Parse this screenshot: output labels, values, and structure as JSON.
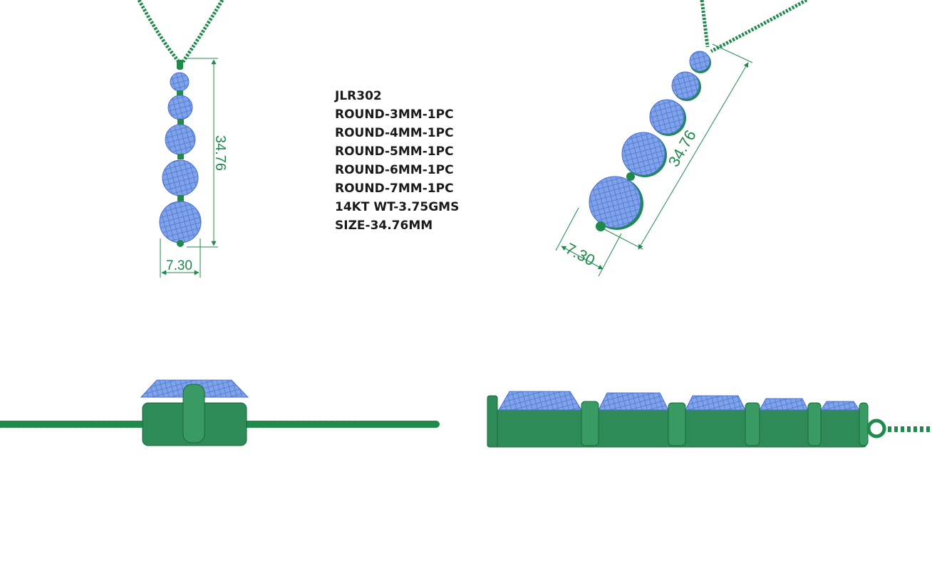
{
  "spec_lines": [
    "JLR302",
    "ROUND-3MM-1PC",
    "ROUND-4MM-1PC",
    "ROUND-5MM-1PC",
    "ROUND-6MM-1PC",
    "ROUND-7MM-1PC",
    "14KT WT-3.75GMS",
    "SIZE-34.76MM"
  ],
  "dimensions": {
    "length": "34.76",
    "width": "7.30"
  },
  "colors": {
    "metal": "#1f8a4c",
    "metal_dark": "#166b3a",
    "stone": "#7fa3e8",
    "stone_line": "#4a6fcf",
    "dimension": "#1f8a4c"
  }
}
